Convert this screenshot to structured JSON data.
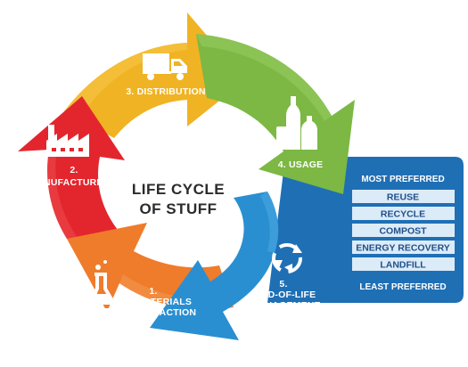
{
  "diagram": {
    "title_line1": "LIFE CYCLE",
    "title_line2": "OF STUFF",
    "stages": [
      {
        "number": "1.",
        "line1": "MATERIALS",
        "line2": "EXTRACTION",
        "color": "#ef7c2a",
        "icon": "flask-icon"
      },
      {
        "number": "2.",
        "line1": "MANUFACTURING",
        "color": "#e3262e",
        "icon": "factory-icon"
      },
      {
        "number": "3.",
        "line1": "DISTRIBUTION",
        "color": "#f0b323",
        "icon": "truck-icon"
      },
      {
        "number": "4.",
        "line1": "USAGE",
        "color": "#7cb843",
        "icon": "bottles-icon"
      },
      {
        "number": "5.",
        "line1": "END-OF-LIFE",
        "line2": "MANAGEMENT",
        "color": "#2a8fd1",
        "icon": "recycle-icon"
      }
    ],
    "stage_labels": {
      "s1_a": "1.",
      "s1_b": "MATERIALS",
      "s1_c": "EXTRACTION",
      "s2_a": "2.",
      "s2_b": "MANUFACTURING",
      "s3": "3. DISTRIBUTION",
      "s4": "4. USAGE",
      "s5_a": "5.",
      "s5_b": "END-OF-LIFE",
      "s5_c": "MANAGEMENT"
    },
    "preference_panel": {
      "top_label": "MOST PREFERRED",
      "bottom_label": "LEAST PREFERRED",
      "options": [
        "REUSE",
        "RECYCLE",
        "COMPOST",
        "ENERGY RECOVERY",
        "LANDFILL"
      ],
      "panel_color": "#1f6fb5",
      "option_color": "#dcebf8"
    }
  }
}
